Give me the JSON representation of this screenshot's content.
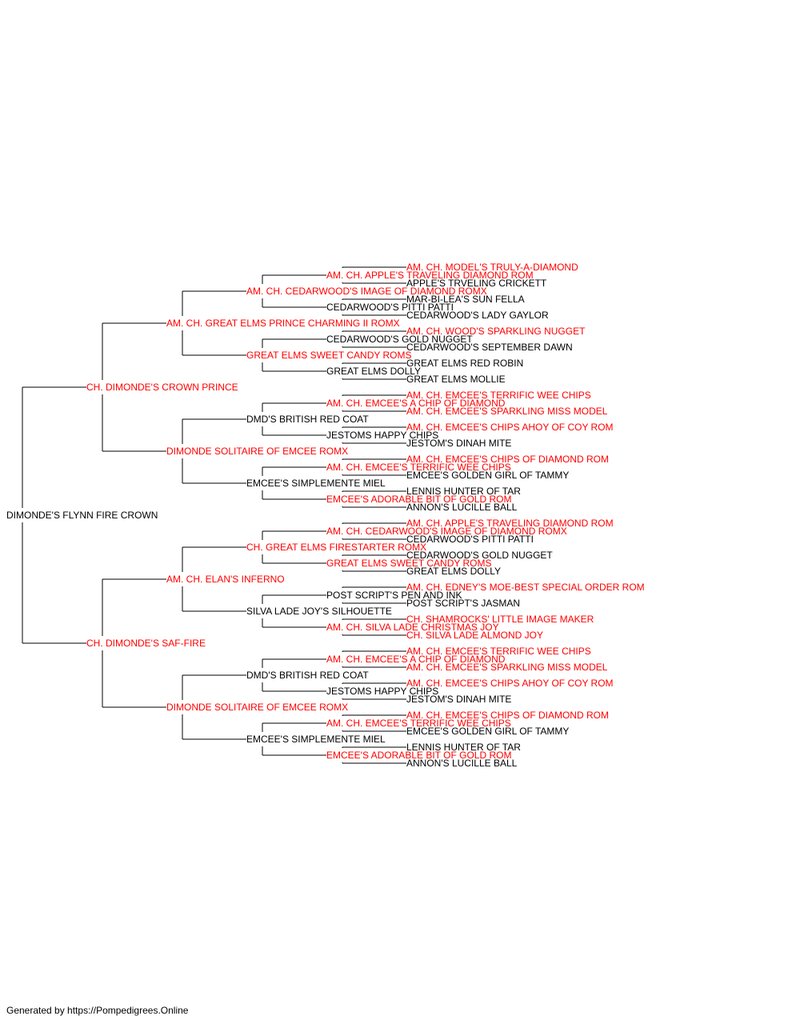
{
  "colors": {
    "champion": "#ff0000",
    "regular": "#000000",
    "line": "#000000"
  },
  "footer": "Generated by https://Pompedigrees.Online",
  "pedigree": {
    "name": "DIMONDE'S FLYNN FIRE CROWN",
    "c": false,
    "sire": {
      "name": "CH. DIMONDE'S CROWN PRINCE",
      "c": true,
      "sire": {
        "name": "AM. CH. GREAT ELMS PRINCE CHARMING II ROMX",
        "c": true,
        "sire": {
          "name": "AM. CH. CEDARWOOD'S IMAGE OF DIAMOND ROMX",
          "c": true,
          "sire": {
            "name": "AM. CH. APPLE'S TRAVELING DIAMOND ROM",
            "c": true,
            "sire": {
              "name": "AM. CH. MODEL'S TRULY-A-DIAMOND",
              "c": true
            },
            "dam": {
              "name": "APPLE'S TRVELING CRICKETT",
              "c": false
            }
          },
          "dam": {
            "name": "CEDARWOOD'S PITTI PATTI",
            "c": false,
            "sire": {
              "name": "MAR-BI-LEA'S SUN FELLA",
              "c": false
            },
            "dam": {
              "name": "CEDARWOOD'S LADY GAYLOR",
              "c": false
            }
          }
        },
        "dam": {
          "name": "GREAT ELMS SWEET CANDY ROMS",
          "c": true,
          "sire": {
            "name": "CEDARWOOD'S GOLD NUGGET",
            "c": false,
            "sire": {
              "name": "AM. CH. WOOD'S SPARKLING NUGGET",
              "c": true
            },
            "dam": {
              "name": "CEDARWOOD'S SEPTEMBER DAWN",
              "c": false
            }
          },
          "dam": {
            "name": "GREAT ELMS DOLLY",
            "c": false,
            "sire": {
              "name": "GREAT ELMS RED ROBIN",
              "c": false
            },
            "dam": {
              "name": "GREAT ELMS MOLLIE",
              "c": false
            }
          }
        }
      },
      "dam": {
        "name": "DIMONDE SOLITAIRE OF EMCEE ROMX",
        "c": true,
        "sire": {
          "name": "DMD'S BRITISH RED COAT",
          "c": false,
          "sire": {
            "name": "AM. CH. EMCEE'S A CHIP OF DIAMOND",
            "c": true,
            "sire": {
              "name": "AM. CH. EMCEE'S TERRIFIC WEE CHIPS",
              "c": true
            },
            "dam": {
              "name": "AM. CH. EMCEE'S SPARKLING MISS MODEL",
              "c": true
            }
          },
          "dam": {
            "name": "JESTOMS HAPPY CHIPS",
            "c": false,
            "sire": {
              "name": "AM. CH. EMCEE'S CHIPS AHOY OF COY ROM",
              "c": true
            },
            "dam": {
              "name": "JESTOM'S DINAH MITE",
              "c": false
            }
          }
        },
        "dam": {
          "name": "EMCEE'S SIMPLEMENTE MIEL",
          "c": false,
          "sire": {
            "name": "AM. CH. EMCEE'S TERRIFIC WEE CHIPS",
            "c": true,
            "sire": {
              "name": "AM. CH. EMCEE'S CHIPS OF DIAMOND ROM",
              "c": true
            },
            "dam": {
              "name": "EMCEE'S GOLDEN GIRL OF TAMMY",
              "c": false
            }
          },
          "dam": {
            "name": "EMCEE'S ADORABLE BIT OF GOLD ROM",
            "c": true,
            "sire": {
              "name": "LENNIS HUNTER OF TAR",
              "c": false
            },
            "dam": {
              "name": "ANNON'S LUCILLE BALL",
              "c": false
            }
          }
        }
      }
    },
    "dam": {
      "name": "CH. DIMONDE'S SAF-FIRE",
      "c": true,
      "sire": {
        "name": "AM. CH. ELAN'S INFERNO",
        "c": true,
        "sire": {
          "name": "CH. GREAT ELMS FIRESTARTER ROMX",
          "c": true,
          "sire": {
            "name": "AM. CH. CEDARWOOD'S IMAGE OF DIAMOND ROMX",
            "c": true,
            "sire": {
              "name": "AM. CH. APPLE'S TRAVELING DIAMOND ROM",
              "c": true
            },
            "dam": {
              "name": "CEDARWOOD'S PITTI PATTI",
              "c": false
            }
          },
          "dam": {
            "name": "GREAT ELMS SWEET CANDY ROMS",
            "c": true,
            "sire": {
              "name": "CEDARWOOD'S GOLD NUGGET",
              "c": false
            },
            "dam": {
              "name": "GREAT ELMS DOLLY",
              "c": false
            }
          }
        },
        "dam": {
          "name": "SILVA LADE JOY'S SILHOUETTE",
          "c": false,
          "sire": {
            "name": "POST SCRIPT'S PEN AND INK",
            "c": false,
            "sire": {
              "name": "AM. CH. EDNEY'S MOE-BEST SPECIAL ORDER ROM",
              "c": true
            },
            "dam": {
              "name": "POST SCRIPT'S JASMAN",
              "c": false
            }
          },
          "dam": {
            "name": "AM. CH. SILVA LADE CHRISTMAS JOY",
            "c": true,
            "sire": {
              "name": "CH. SHAMROCKS' LITTLE IMAGE MAKER",
              "c": true
            },
            "dam": {
              "name": "CH. SILVA LADE ALMOND JOY",
              "c": true
            }
          }
        }
      },
      "dam": {
        "name": "DIMONDE SOLITAIRE OF EMCEE ROMX",
        "c": true,
        "sire": {
          "name": "DMD'S BRITISH RED COAT",
          "c": false,
          "sire": {
            "name": "AM. CH. EMCEE'S A CHIP OF DIAMOND",
            "c": true,
            "sire": {
              "name": "AM. CH. EMCEE'S TERRIFIC WEE CHIPS",
              "c": true
            },
            "dam": {
              "name": "AM. CH. EMCEE'S SPARKLING MISS MODEL",
              "c": true
            }
          },
          "dam": {
            "name": "JESTOMS HAPPY CHIPS",
            "c": false,
            "sire": {
              "name": "AM. CH. EMCEE'S CHIPS AHOY OF COY ROM",
              "c": true
            },
            "dam": {
              "name": "JESTOM'S DINAH MITE",
              "c": false
            }
          }
        },
        "dam": {
          "name": "EMCEE'S SIMPLEMENTE MIEL",
          "c": false,
          "sire": {
            "name": "AM. CH. EMCEE'S TERRIFIC WEE CHIPS",
            "c": true,
            "sire": {
              "name": "AM. CH. EMCEE'S CHIPS OF DIAMOND ROM",
              "c": true
            },
            "dam": {
              "name": "EMCEE'S GOLDEN GIRL OF TAMMY",
              "c": false
            }
          },
          "dam": {
            "name": "EMCEE'S ADORABLE BIT OF GOLD ROM",
            "c": true,
            "sire": {
              "name": "LENNIS HUNTER OF TAR",
              "c": false
            },
            "dam": {
              "name": "ANNON'S LUCILLE BALL",
              "c": false
            }
          }
        }
      }
    }
  }
}
